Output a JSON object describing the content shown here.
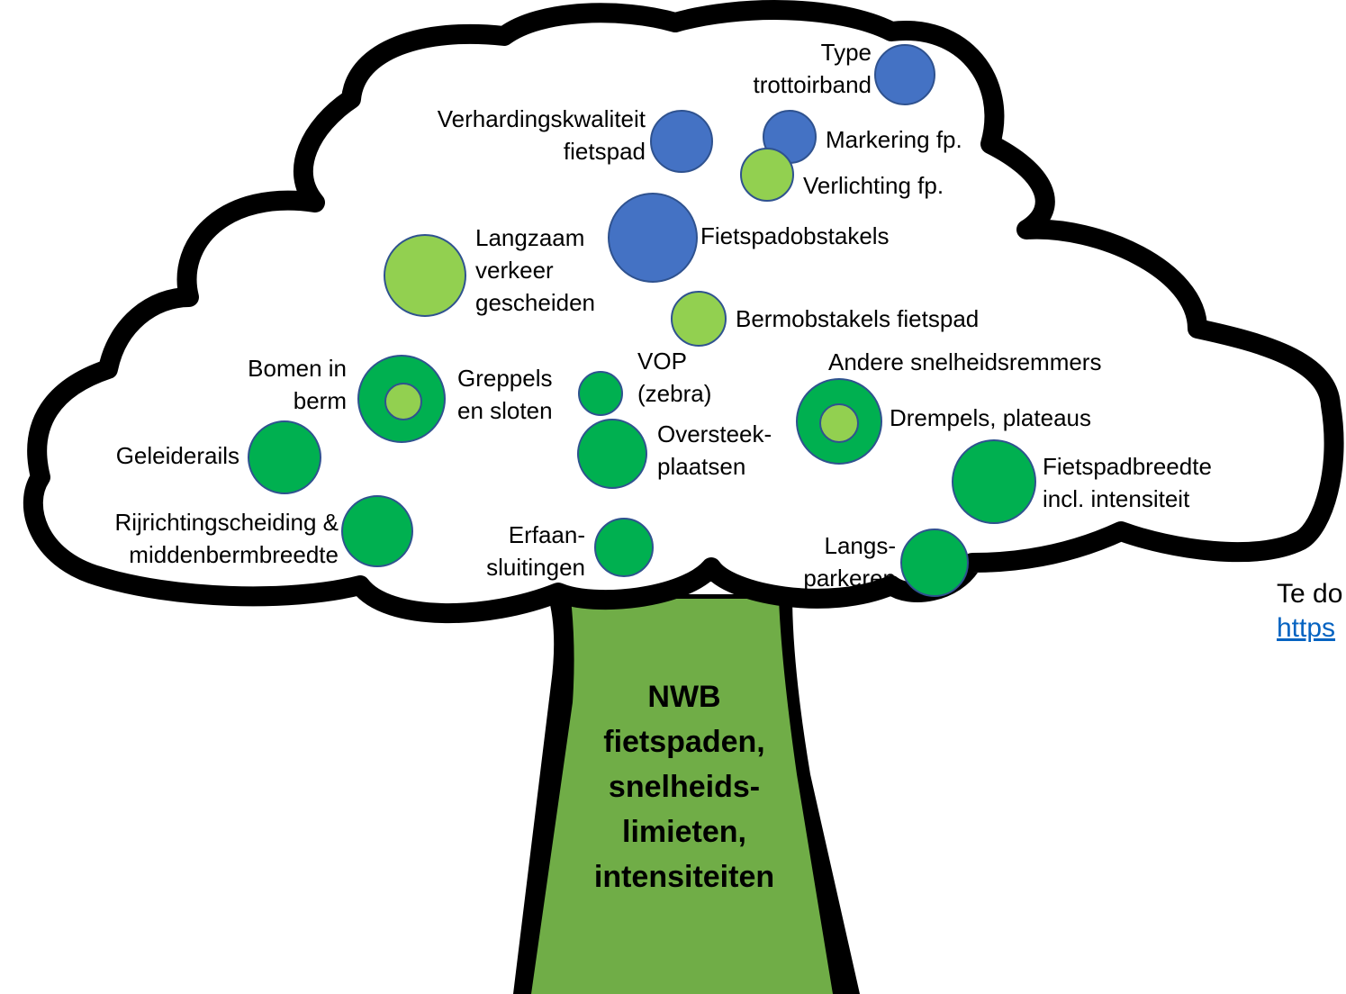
{
  "colors": {
    "blue": "#4472c4",
    "light_green": "#92d050",
    "dark_green": "#00b050",
    "trunk": "#70ad47",
    "outline": "#000000",
    "link": "#0563c1"
  },
  "trunk": {
    "lines": [
      "NWB",
      "fietspaden,",
      "snelheids-",
      "limieten,",
      "intensiteiten"
    ]
  },
  "attributes": [
    {
      "id": "type-trottoirband",
      "lines": [
        "Type",
        "trottoirband"
      ],
      "color": "blue"
    },
    {
      "id": "verhardingskwaliteit",
      "lines": [
        "Verhardingskwaliteit",
        "fietspad"
      ],
      "color": "blue"
    },
    {
      "id": "markering",
      "lines": [
        "Markering fp."
      ],
      "color": "blue"
    },
    {
      "id": "verlichting",
      "lines": [
        "Verlichting fp."
      ],
      "color": "light_green"
    },
    {
      "id": "fietspadobstakels",
      "lines": [
        "Fietspadobstakels"
      ],
      "color": "blue"
    },
    {
      "id": "langzaam-verkeer",
      "lines": [
        "Langzaam",
        "verkeer",
        "gescheiden"
      ],
      "color": "light_green"
    },
    {
      "id": "bermobstakels",
      "lines": [
        "Bermobstakels fietspad"
      ],
      "color": "light_green"
    },
    {
      "id": "bomen",
      "lines": [
        "Bomen in",
        "berm"
      ],
      "color": "light_green"
    },
    {
      "id": "greppels",
      "lines": [
        "Greppels",
        "en sloten"
      ],
      "color": "dark_green"
    },
    {
      "id": "vop",
      "lines": [
        "VOP",
        "(zebra)"
      ],
      "color": "dark_green"
    },
    {
      "id": "oversteekplaatsen",
      "lines": [
        "Oversteek-",
        "plaatsen"
      ],
      "color": "dark_green"
    },
    {
      "id": "andere-snelheidsremmers",
      "lines": [
        "Andere snelheidsremmers"
      ],
      "color": "dark_green"
    },
    {
      "id": "drempels",
      "lines": [
        "Drempels, plateaus"
      ],
      "color": "light_green"
    },
    {
      "id": "geleiderails",
      "lines": [
        "Geleiderails"
      ],
      "color": "dark_green"
    },
    {
      "id": "fietspadbreedte",
      "lines": [
        "Fietspadbreedte",
        "incl. intensiteit"
      ],
      "color": "dark_green"
    },
    {
      "id": "rijrichtingscheiding",
      "lines": [
        "Rijrichtingscheiding &",
        "middenbermbreedte"
      ],
      "color": "dark_green"
    },
    {
      "id": "erfaansluitingen",
      "lines": [
        "Erfaan-",
        "sluitingen"
      ],
      "color": "dark_green"
    },
    {
      "id": "langsparkeren",
      "lines": [
        "Langs-",
        "parkeren"
      ],
      "color": "dark_green"
    }
  ],
  "side_text": {
    "line1": "Te do",
    "line2": "https"
  }
}
